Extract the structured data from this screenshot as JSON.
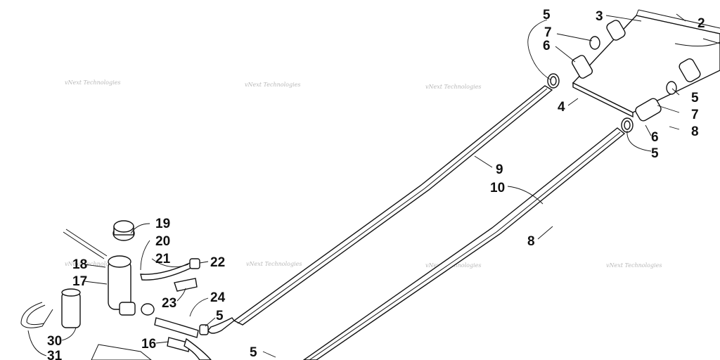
{
  "watermark": "vNext Technologies",
  "callouts": [
    "5",
    "3",
    "2",
    "7",
    "6",
    "4",
    "5",
    "7",
    "8",
    "6",
    "5",
    "9",
    "10",
    "8",
    "19",
    "20",
    "21",
    "22",
    "18",
    "17",
    "23",
    "24",
    "5",
    "16",
    "30",
    "31",
    "5"
  ]
}
